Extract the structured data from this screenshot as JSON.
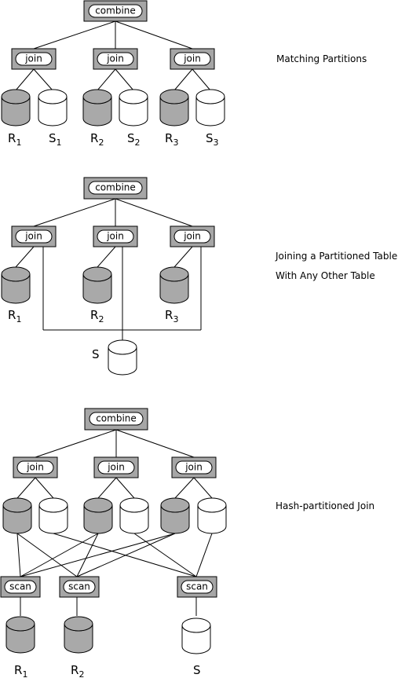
{
  "diagrams": [
    {
      "caption_lines": [
        "Matching Partitions"
      ],
      "combine_label": "combine",
      "join_label": "join",
      "tables": [
        {
          "main": "R",
          "sub": "1"
        },
        {
          "main": "S",
          "sub": "1"
        },
        {
          "main": "R",
          "sub": "2"
        },
        {
          "main": "S",
          "sub": "2"
        },
        {
          "main": "R",
          "sub": "3"
        },
        {
          "main": "S",
          "sub": "3"
        }
      ]
    },
    {
      "caption_lines": [
        "Joining a Partitioned Table",
        "With Any Other Table"
      ],
      "combine_label": "combine",
      "join_label": "join",
      "tables": [
        {
          "main": "R",
          "sub": "1"
        },
        {
          "main": "R",
          "sub": "2"
        },
        {
          "main": "R",
          "sub": "3"
        },
        {
          "main": "S",
          "sub": ""
        }
      ]
    },
    {
      "caption_lines": [
        "Hash-partitioned Join"
      ],
      "combine_label": "combine",
      "join_label": "join",
      "scan_label": "scan",
      "tables": [
        {
          "main": "R",
          "sub": "1"
        },
        {
          "main": "R",
          "sub": "2"
        },
        {
          "main": "S",
          "sub": ""
        }
      ]
    }
  ]
}
